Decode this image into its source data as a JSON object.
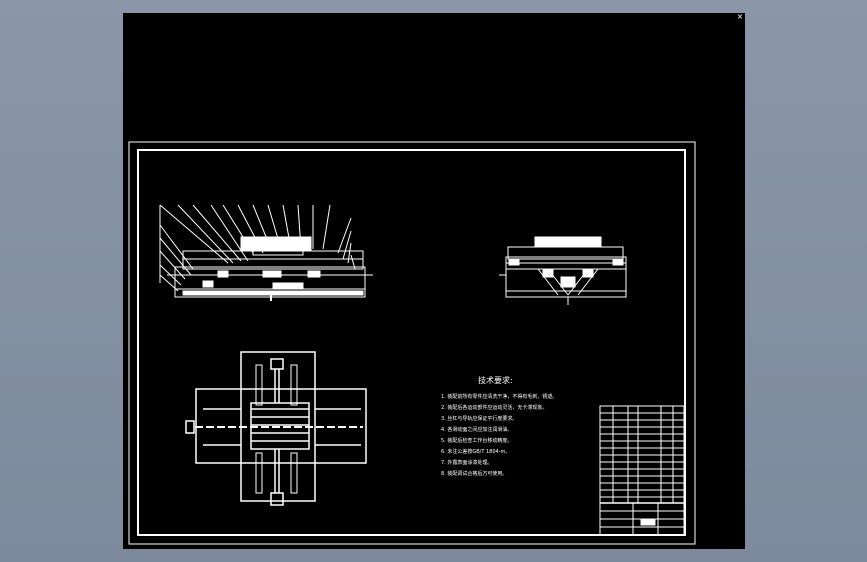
{
  "window": {
    "close_glyph": "×"
  },
  "tech_requirements": {
    "title": "技术要求:",
    "items": [
      "1. 装配前所有零件应清洗干净，不得有毛刺、锈迹。",
      "2. 装配后各运动部件应运动灵活，无卡滞现象。",
      "3. 丝杠与导轨应保证平行度要求。",
      "4. 各滑动面之间应加注润滑油。",
      "5. 装配后检查工作台移动精度。",
      "6. 未注公差按GB/T 1804-m。",
      "7. 外露表面涂漆处理。",
      "8. 装配调试合格后方可使用。"
    ]
  },
  "colors": {
    "background": "#000000",
    "lines": "#ffffff",
    "desktop": "#8b97a8"
  }
}
